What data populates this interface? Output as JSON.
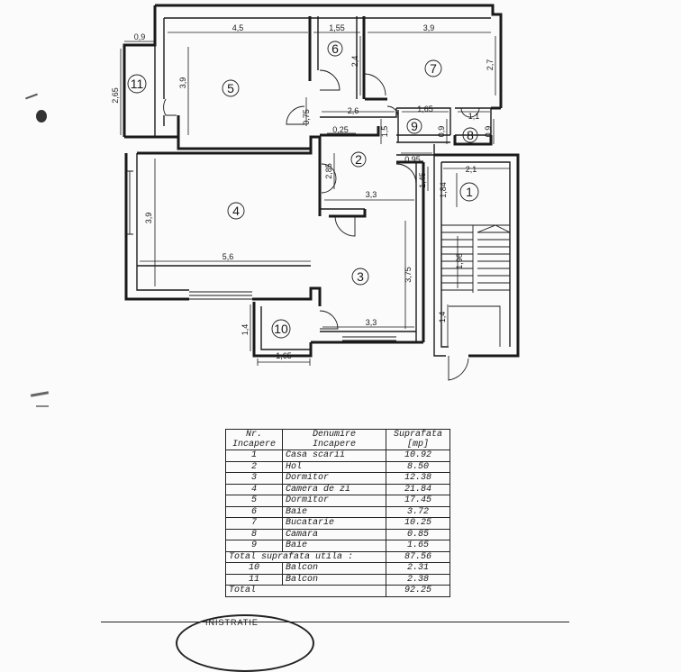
{
  "plan": {
    "rooms": [
      {
        "num": "1"
      },
      {
        "num": "2"
      },
      {
        "num": "3"
      },
      {
        "num": "4"
      },
      {
        "num": "5"
      },
      {
        "num": "6"
      },
      {
        "num": "7"
      },
      {
        "num": "8"
      },
      {
        "num": "9"
      },
      {
        "num": "10"
      },
      {
        "num": "11"
      }
    ],
    "dims": {
      "d0_9_top": "0,9",
      "d4_5": "4,5",
      "d1_55": "1,55",
      "d3_9_top": "3,9",
      "d2_65": "2,65",
      "d3_9_r5": "3,9",
      "d2_4": "2,4",
      "d2_7": "2,7",
      "d0_75": "0,75",
      "d2_6": "2,6",
      "d1_65_top": "1,65",
      "d1_1": "1,1",
      "d0_25": "0,25",
      "d1_5": "1,5",
      "d0_9_r9": "0,9",
      "d0_9_r8": "0,9",
      "d0_95": "0,95",
      "d2_85": "2,85",
      "d1_45": "1,45",
      "d2_1": "2,1",
      "d1_84": "1,84",
      "d3_9_r4": "3,9",
      "d3_3_top": "3,3",
      "d5_6": "5,6",
      "d1_96": "1,96",
      "d3_75": "3,75",
      "d1_4_r10": "1,4",
      "d1_4_stairs": "1,4",
      "d3_3_bottom": "3,3",
      "d1_65_bottom": "1,65"
    }
  },
  "table": {
    "headers": {
      "col1": [
        "Nr.",
        "Incapere"
      ],
      "col2": [
        "Denumire",
        "Incapere"
      ],
      "col3": [
        "Suprafata",
        "[mp]"
      ]
    },
    "rows": [
      {
        "nr": "1",
        "name": "Casa scarii",
        "area": "10.92"
      },
      {
        "nr": "2",
        "name": "Hol",
        "area": "8.50"
      },
      {
        "nr": "3",
        "name": "Dormitor",
        "area": "12.38"
      },
      {
        "nr": "4",
        "name": "Camera de zi",
        "area": "21.84"
      },
      {
        "nr": "5",
        "name": "Dormitor",
        "area": "17.45"
      },
      {
        "nr": "6",
        "name": "Baie",
        "area": "3.72"
      },
      {
        "nr": "7",
        "name": "Bucatarie",
        "area": "10.25"
      },
      {
        "nr": "8",
        "name": "Camara",
        "area": "0.85"
      },
      {
        "nr": "9",
        "name": "Baie",
        "area": "1.65"
      }
    ],
    "subtotal": {
      "label": "Total suprafata utila :",
      "area": "87.56"
    },
    "balconies": [
      {
        "nr": "10",
        "name": "Balcon",
        "area": "2.31"
      },
      {
        "nr": "11",
        "name": "Balcon",
        "area": "2.38"
      }
    ],
    "total": {
      "label": "Total",
      "area": "92.25"
    }
  },
  "stamp": {
    "text": "INISTRATIE"
  }
}
